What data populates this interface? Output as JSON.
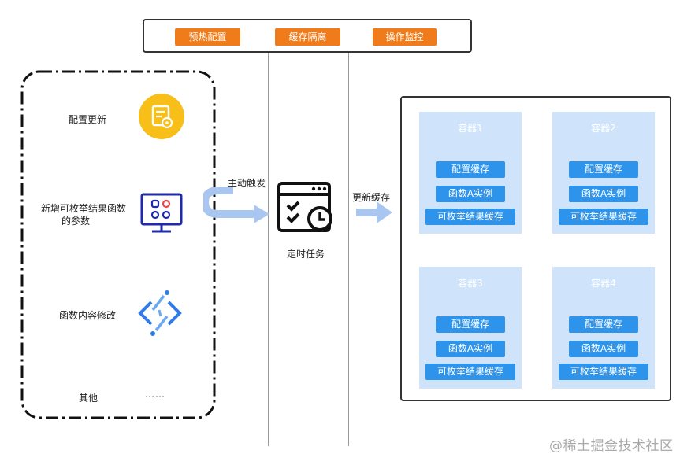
{
  "top_tags": [
    "预热配置",
    "缓存隔离",
    "操作监控"
  ],
  "left_items": [
    {
      "label": "配置更新",
      "icon": "config-document-icon"
    },
    {
      "label_line1": "新增可枚举结果函数",
      "label_line2": "的参数",
      "icon": "monitor-grid-icon"
    },
    {
      "label": "函数内容修改",
      "icon": "code-link-icon"
    },
    {
      "label": "其他",
      "ellipsis": "……"
    }
  ],
  "arrow_trigger_label": "主动触发",
  "task": {
    "label": "定时任务",
    "icon": "scheduled-task-icon"
  },
  "arrow_update_label": "更新缓存",
  "containers": [
    {
      "title": "容器1",
      "items": [
        "配置缓存",
        "函数A实例",
        "可枚举结果缓存"
      ]
    },
    {
      "title": "容器2",
      "items": [
        "配置缓存",
        "函数A实例",
        "可枚举结果缓存"
      ]
    },
    {
      "title": "容器3",
      "items": [
        "配置缓存",
        "函数A实例",
        "可枚举结果缓存"
      ]
    },
    {
      "title": "容器4",
      "items": [
        "配置缓存",
        "函数A实例",
        "可枚举结果缓存"
      ]
    }
  ],
  "watermark": "@稀土掘金技术社区",
  "colors": {
    "tag_orange": "#f07b1a",
    "container_bg": "#cfe3fb",
    "chip_blue": "#2e93ea",
    "arrow_blue": "#a9c6f1",
    "icon_yellow": "#f7bf17",
    "icon_navy": "#1f2aa8",
    "icon_blue": "#2f7be8"
  }
}
